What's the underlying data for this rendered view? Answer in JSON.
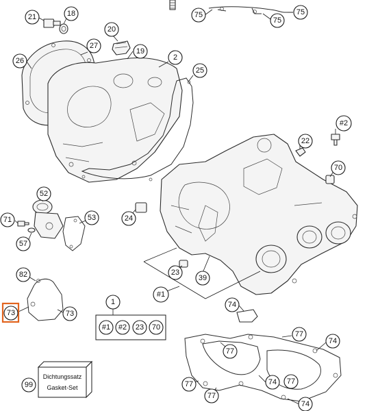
{
  "diagram": {
    "labels": [
      {
        "id": "l75a",
        "text": "75"
      },
      {
        "id": "l75b",
        "text": "75"
      },
      {
        "id": "l75c",
        "text": "75"
      },
      {
        "id": "l21",
        "text": "21"
      },
      {
        "id": "l18",
        "text": "18"
      },
      {
        "id": "l20",
        "text": "20"
      },
      {
        "id": "l19",
        "text": "19"
      },
      {
        "id": "l26",
        "text": "26"
      },
      {
        "id": "l27",
        "text": "27"
      },
      {
        "id": "l2",
        "text": "2"
      },
      {
        "id": "l25",
        "text": "25"
      },
      {
        "id": "lh2",
        "text": "#2"
      },
      {
        "id": "l22",
        "text": "22"
      },
      {
        "id": "l70",
        "text": "70"
      },
      {
        "id": "l52",
        "text": "52"
      },
      {
        "id": "l71",
        "text": "71"
      },
      {
        "id": "l53",
        "text": "53"
      },
      {
        "id": "l24",
        "text": "24"
      },
      {
        "id": "l57",
        "text": "57"
      },
      {
        "id": "l23",
        "text": "23"
      },
      {
        "id": "l39",
        "text": "39"
      },
      {
        "id": "l82",
        "text": "82"
      },
      {
        "id": "lh1",
        "text": "#1"
      },
      {
        "id": "l1",
        "text": "1"
      },
      {
        "id": "l73a",
        "text": "73"
      },
      {
        "id": "l73b",
        "text": "73"
      },
      {
        "id": "l74a",
        "text": "74"
      },
      {
        "id": "l77a",
        "text": "77"
      },
      {
        "id": "l74b",
        "text": "74"
      },
      {
        "id": "l77b",
        "text": "77"
      },
      {
        "id": "l99",
        "text": "99"
      },
      {
        "id": "l77c",
        "text": "77"
      },
      {
        "id": "l74c",
        "text": "74"
      },
      {
        "id": "l77d",
        "text": "77"
      },
      {
        "id": "l77e",
        "text": "77"
      },
      {
        "id": "l74d",
        "text": "74"
      }
    ],
    "kit": [
      "#1",
      "#2",
      "23",
      "70"
    ],
    "gasket_set_box": {
      "line1": "Dichtungssatz",
      "line2": "Gasket-Set"
    },
    "highlight_color": "#e2641f"
  }
}
